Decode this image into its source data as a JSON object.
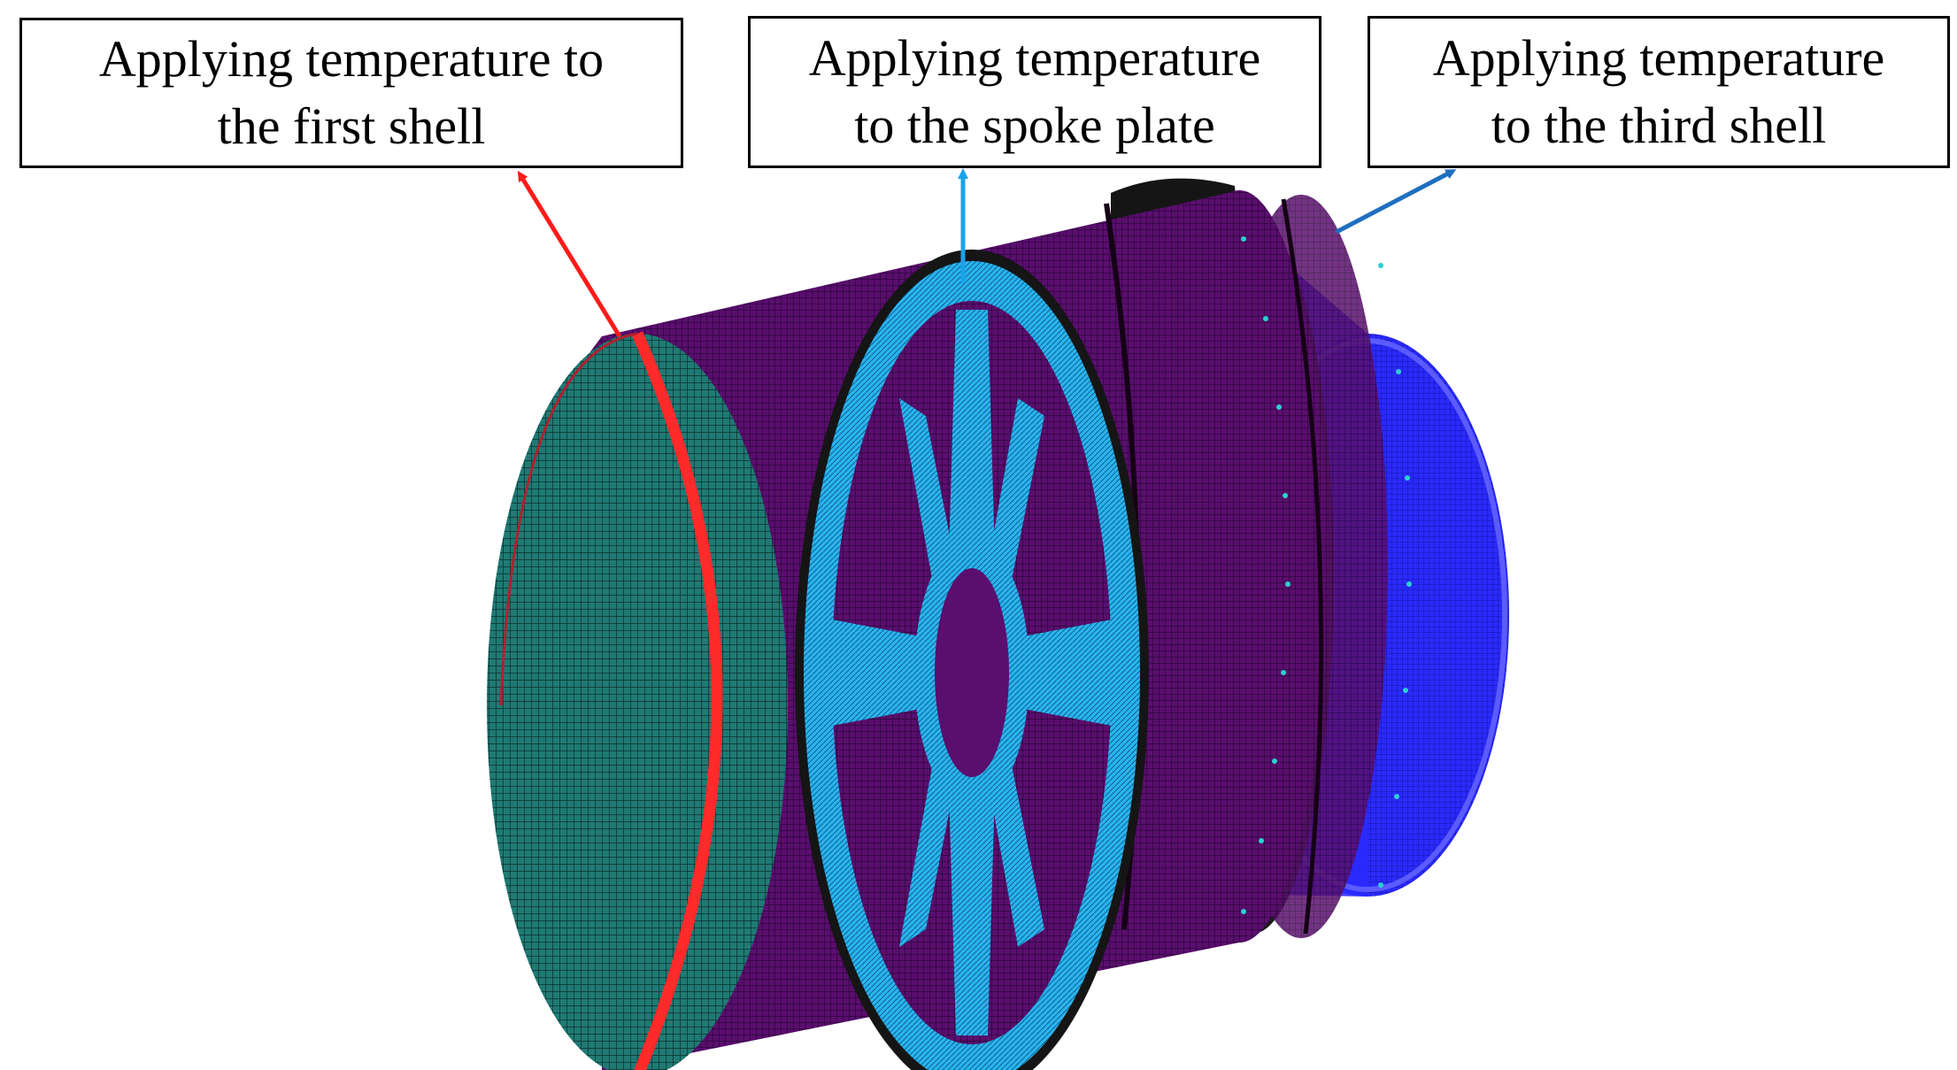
{
  "labels": {
    "first_shell": {
      "line1": "Applying  temperature to",
      "line2": "the first shell",
      "arrow_color": "#ff1a1a"
    },
    "spoke_plate": {
      "line1": "Applying  temperature",
      "line2": "to the spoke plate",
      "arrow_color": "#1aa3e8"
    },
    "third_shell": {
      "line1": "Applying  temperature",
      "line2": "to the third shell",
      "arrow_color": "#1f6fbf"
    }
  },
  "colors": {
    "front_face": "#1f7a74",
    "shell_body": "#5a0e6e",
    "first_shell_ring": "#ff2a2a",
    "spoke_plate": "#2ab4f0",
    "third_shell": "#2a2aff",
    "flange": "#1a1a1a",
    "bolt_marks": "#2ad0d0"
  }
}
